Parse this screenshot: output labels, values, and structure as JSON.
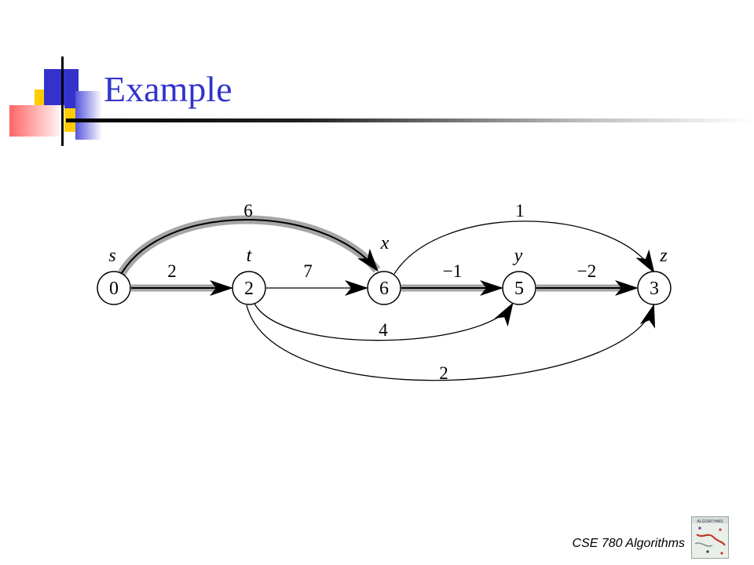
{
  "slide": {
    "title": "Example",
    "footer": "CSE 780 Algorithms",
    "book_cover_text": "ALGORITHMS"
  },
  "graph": {
    "vertices": [
      {
        "id": "s",
        "name": "s",
        "value": "0"
      },
      {
        "id": "t",
        "name": "t",
        "value": "2"
      },
      {
        "id": "x",
        "name": "x",
        "value": "6"
      },
      {
        "id": "y",
        "name": "y",
        "value": "5"
      },
      {
        "id": "z",
        "name": "z",
        "value": "3"
      }
    ],
    "edges": [
      {
        "from": "s",
        "to": "t",
        "weight": "2",
        "shortest_path_tree": true
      },
      {
        "from": "s",
        "to": "x",
        "weight": "6",
        "shortest_path_tree": true
      },
      {
        "from": "t",
        "to": "x",
        "weight": "7",
        "shortest_path_tree": false
      },
      {
        "from": "x",
        "to": "y",
        "weight": "−1",
        "shortest_path_tree": true
      },
      {
        "from": "y",
        "to": "z",
        "weight": "−2",
        "shortest_path_tree": true
      },
      {
        "from": "x",
        "to": "z",
        "weight": "1",
        "shortest_path_tree": false
      },
      {
        "from": "t",
        "to": "y",
        "weight": "4",
        "shortest_path_tree": false
      },
      {
        "from": "t",
        "to": "z",
        "weight": "2",
        "shortest_path_tree": false
      }
    ]
  },
  "colors": {
    "title": "#3333cc",
    "highlight": "#a6a6a6",
    "deco_blue": "#3333cc",
    "deco_yellow": "#ffcc00",
    "deco_red": "#ff3333"
  }
}
